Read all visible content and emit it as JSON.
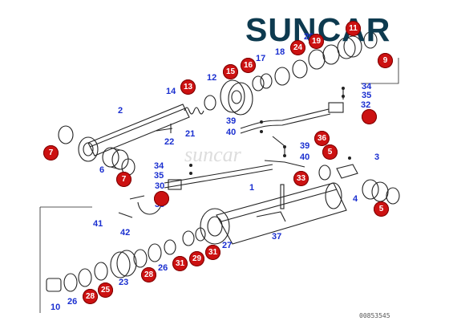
{
  "brand": {
    "logo": "SUNCAR",
    "watermark": "suncar"
  },
  "diagram": {
    "drawing_code": "00853545",
    "part_labels": [
      "1",
      "2",
      "3",
      "4",
      "6",
      "10",
      "12",
      "14",
      "17",
      "18",
      "20",
      "21",
      "22",
      "23",
      "26",
      "27",
      "30",
      "32",
      "34",
      "35",
      "37",
      "38",
      "39",
      "40",
      "41",
      "42"
    ],
    "seal_callouts": [
      "5",
      "7",
      "9",
      "11",
      "13",
      "15",
      "16",
      "19",
      "24",
      "25",
      "28",
      "29",
      "31",
      "33",
      "36"
    ]
  },
  "colors": {
    "label": "#1a2fd0",
    "seal": "#cc1111",
    "logo": "#0d3a4f",
    "line": "#222222"
  }
}
